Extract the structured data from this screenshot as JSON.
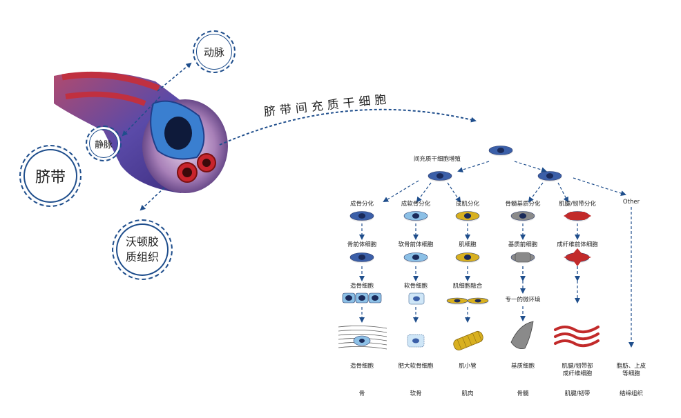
{
  "left": {
    "umbilical_cord": "脐带",
    "artery": "动脉",
    "vein": "静脉",
    "whartons_jelly": "沃顿胶\n质组织"
  },
  "title": "脐带间充质干细胞",
  "tree": {
    "root_label": "间充质干细胞增殖",
    "other_label": "Other",
    "columns": [
      {
        "diff": "成骨分化",
        "precursor": "骨前体细胞",
        "stage3": "造骨细胞",
        "final": "造骨细胞",
        "tissue": "骨"
      },
      {
        "diff": "成软骨分化",
        "precursor": "软骨前体细胞",
        "stage3": "软骨细胞",
        "final": "肥大软骨细胞",
        "tissue": "软骨"
      },
      {
        "diff": "成肌分化",
        "precursor": "肌细胞",
        "stage3": "肌细胞融合",
        "final": "肌小管",
        "tissue": "肌肉"
      },
      {
        "diff": "骨髓基质分化",
        "precursor": "基质前细胞",
        "stage3": "专一的微环境",
        "final": "基质细胞",
        "tissue": "骨髓"
      },
      {
        "diff": "肌腱/韧带分化",
        "precursor": "成纤维前体细胞",
        "stage3": "",
        "final": "肌腱/韧带部\n成纤维细胞",
        "tissue": "肌腱/韧带"
      },
      {
        "diff": "",
        "precursor": "",
        "stage3": "",
        "final": "脂肪、上皮\n等细胞",
        "tissue": "结缔组织"
      }
    ]
  },
  "colors": {
    "arrow": "#1f4e8c",
    "blue_cell": "#3b5fa8",
    "light_blue_cell": "#8cc0e6",
    "yellow_cell": "#d8b020",
    "gray_cell": "#8a8a8a",
    "red_cell": "#c22a2a"
  }
}
